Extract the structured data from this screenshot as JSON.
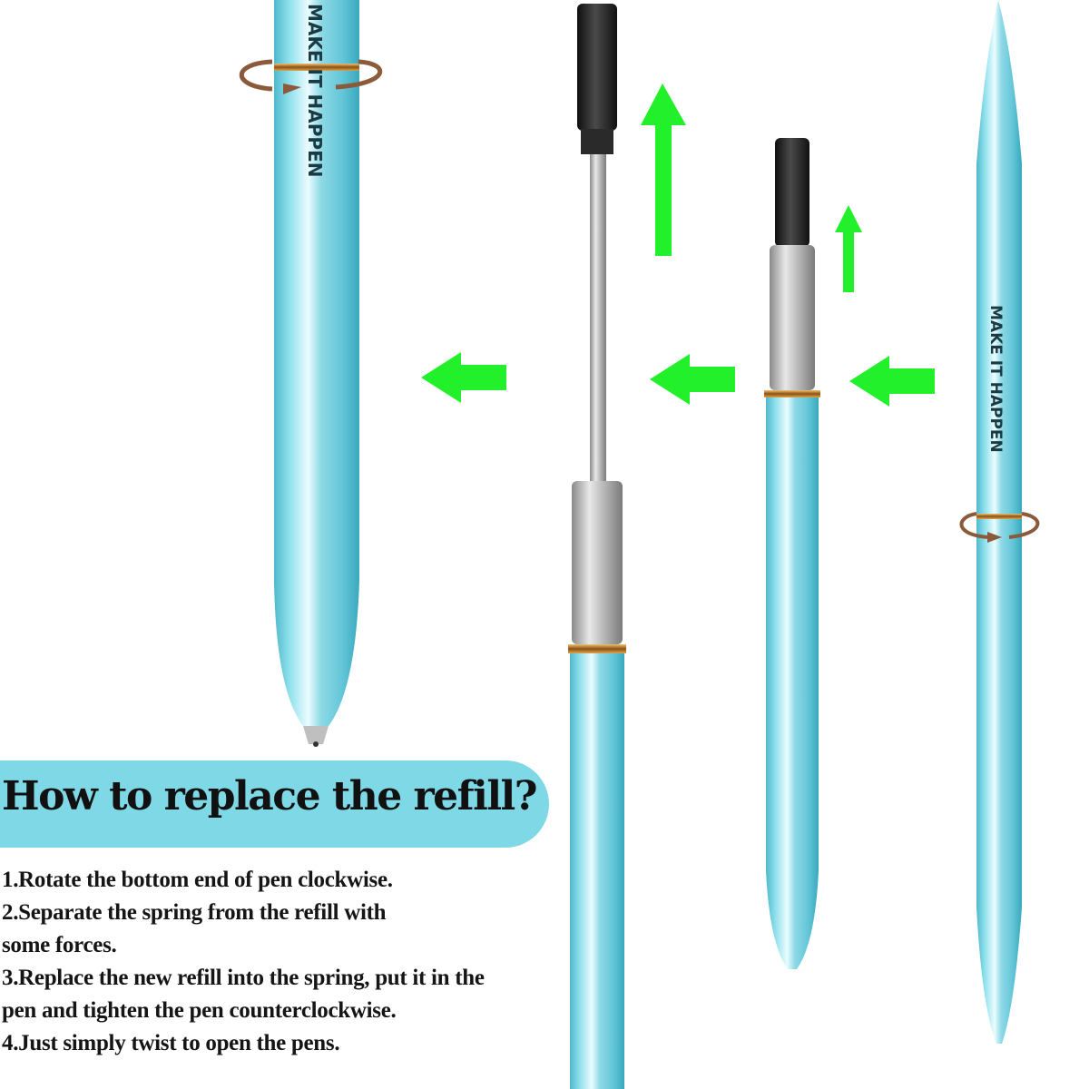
{
  "title": "How to replace the refill?",
  "brand_text": "MAKE IT HAPPEN",
  "steps": [
    "1.Rotate the bottom end of pen clockwise.",
    "2.Separate the spring from the refill with",
    "some forces.",
    "3.Replace the new refill into the spring, put it in the",
    "pen and tighten the pen counterclockwise.",
    "4.Just simply twist to open the pens."
  ],
  "colors": {
    "pen_body": "#7fd8e6",
    "pen_highlight": "#e6fbff",
    "trim_ring": "#d99a3a",
    "arrow": "#22f02a",
    "rotate_arrow": "#8a5a3a",
    "refill_tip": "#1c1c1c",
    "refill_metal": "#b8b8b8",
    "title_pill": "#7fd8e6"
  },
  "icons": [
    "rotate-arrow-icon",
    "arrow-up-icon",
    "arrow-left-icon"
  ]
}
